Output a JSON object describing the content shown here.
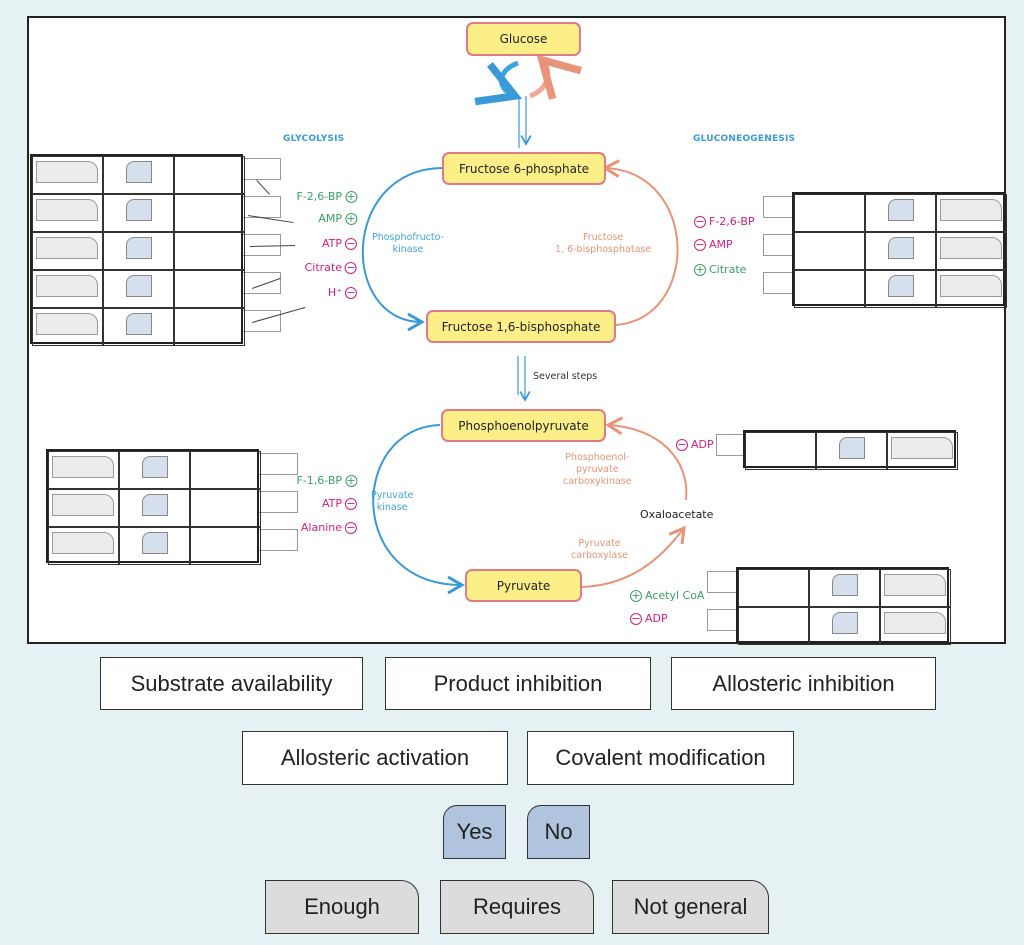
{
  "diagram": {
    "headings": {
      "glycolysis": "GLYCOLYSIS",
      "gluconeogenesis": "GLUCONEOGENESIS"
    },
    "nodes": {
      "glucose": "Glucose",
      "f6p": "Fructose 6-phosphate",
      "f16bp": "Fructose 1,6-bisphosphate",
      "pep": "Phosphoenolpyruvate",
      "pyruvate": "Pyruvate",
      "oxaloacetate": "Oxaloacetate"
    },
    "several_steps": "Several steps",
    "enzymes": {
      "pfk_line1": "Phosphofructo-",
      "pfk_line2": "kinase",
      "fbpase_line1": "Fructose",
      "fbpase_line2": "1, 6-bisphosphatase",
      "pk_line1": "Pyruvate",
      "pk_line2": "kinase",
      "pepck_line1": "Phosphoenol-",
      "pepck_line2": "pyruvate",
      "pepck_line3": "carboxykinase",
      "pc_line1": "Pyruvate",
      "pc_line2": "carboxylase"
    },
    "effectors": {
      "pfk": [
        {
          "name": "F-2,6-BP",
          "sign": "+"
        },
        {
          "name": "AMP",
          "sign": "+"
        },
        {
          "name": "ATP",
          "sign": "−"
        },
        {
          "name": "Citrate",
          "sign": "−"
        },
        {
          "name": "H⁺",
          "sign": "−"
        }
      ],
      "fbpase": [
        {
          "name": "F-2,6-BP",
          "sign": "−"
        },
        {
          "name": "AMP",
          "sign": "−"
        },
        {
          "name": "Citrate",
          "sign": "+"
        }
      ],
      "pk": [
        {
          "name": "F-1,6-BP",
          "sign": "+"
        },
        {
          "name": "ATP",
          "sign": "−"
        },
        {
          "name": "Alanine",
          "sign": "−"
        }
      ],
      "pepck": [
        {
          "name": "ADP",
          "sign": "−"
        }
      ],
      "pc": [
        {
          "name": "Acetyl CoA",
          "sign": "+"
        },
        {
          "name": "ADP",
          "sign": "−"
        }
      ]
    },
    "colors": {
      "glycolysis": "#3a9ad9",
      "gluconeogenesis": "#e99378",
      "activator": "#3aa063",
      "inhibitor": "#d4207e",
      "node_fill": "#fdef87",
      "node_border": "#e07a86"
    }
  },
  "answer_tables": {
    "pfk_rows": 5,
    "fbpase_rows": 3,
    "pk_rows": 3,
    "pepck_rows": 1,
    "pc_rows": 2
  },
  "bank": {
    "mechanisms": [
      "Substrate availability",
      "Product inhibition",
      "Allosteric inhibition",
      "Allosteric activation",
      "Covalent modification"
    ],
    "yes_no": [
      "Yes",
      "No"
    ],
    "generality": [
      "Enough",
      "Requires",
      "Not general"
    ]
  }
}
